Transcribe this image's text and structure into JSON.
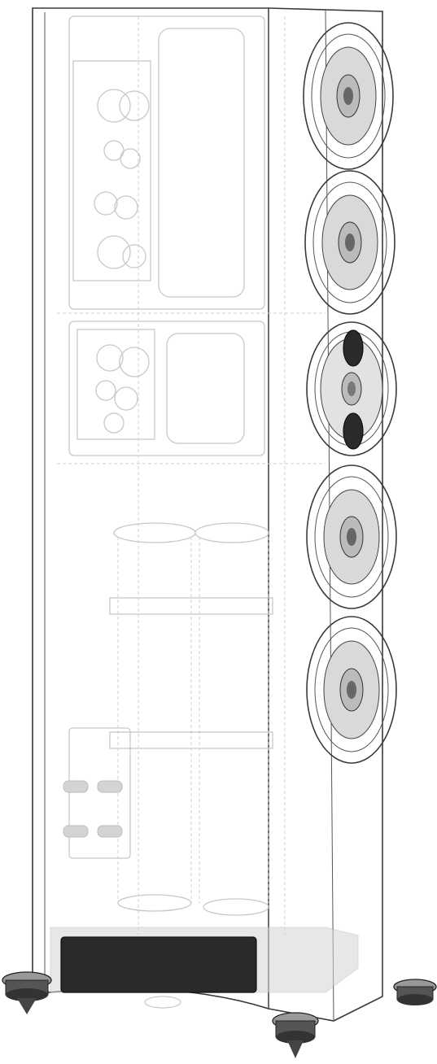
{
  "drawing": {
    "background": "#ffffff",
    "line_color": "#3a3a3a",
    "ghost_color": "#c8c8c8",
    "grille_color": "#2a2a2a",
    "drivers": [
      {
        "name": "woofer-upper-1",
        "kind": "woofer"
      },
      {
        "name": "woofer-upper-2",
        "kind": "woofer"
      },
      {
        "name": "tweeter-module",
        "kind": "tweeter"
      },
      {
        "name": "woofer-lower-1",
        "kind": "woofer"
      },
      {
        "name": "woofer-lower-2",
        "kind": "woofer"
      }
    ],
    "feet_count": 4
  }
}
